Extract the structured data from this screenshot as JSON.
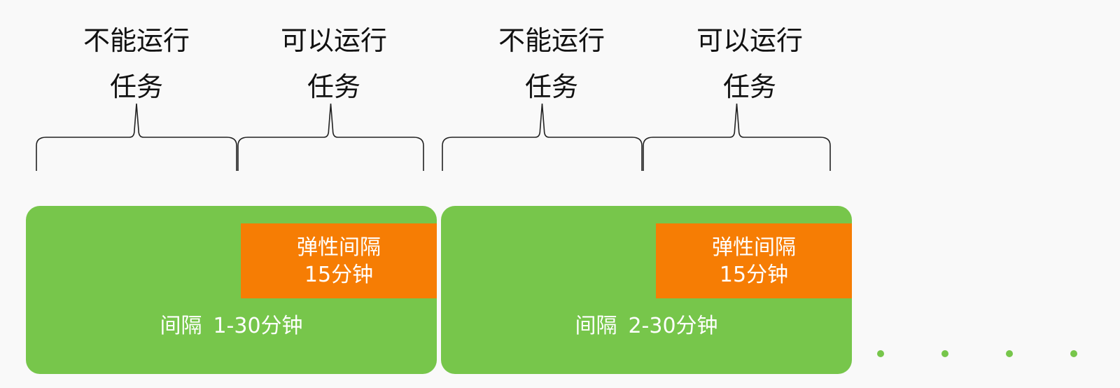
{
  "colors": {
    "green": "#77c64b",
    "orange": "#f67d04",
    "line": "#222222",
    "text": "#111111"
  },
  "periods": [
    {
      "cannot": [
        "不能运行",
        "任务"
      ],
      "can": [
        "可以运行",
        "任务"
      ],
      "flex": [
        "弹性间隔",
        "15分钟"
      ],
      "interval_prefix": "间隔",
      "interval_value": "1-30分钟"
    },
    {
      "cannot": [
        "不能运行",
        "任务"
      ],
      "can": [
        "可以运行",
        "任务"
      ],
      "flex": [
        "弹性间隔",
        "15分钟"
      ],
      "interval_prefix": "间隔",
      "interval_value": "2-30分钟"
    }
  ],
  "continuation_dots": 4
}
